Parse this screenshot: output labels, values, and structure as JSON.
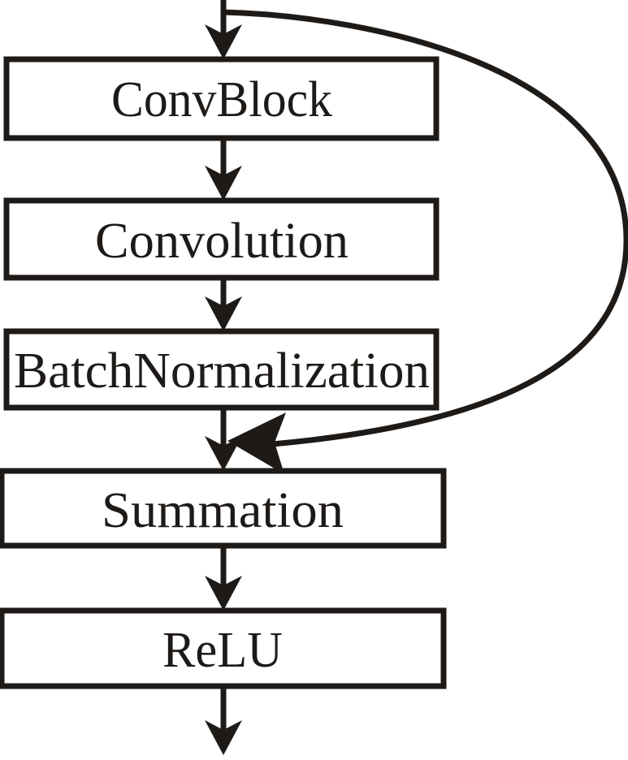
{
  "diagram": {
    "type": "flowchart",
    "description": "Residual block: sequential layers with a skip connection from the input joining at the summation node",
    "nodes": [
      {
        "id": "convblock",
        "label": "ConvBlock"
      },
      {
        "id": "convolution",
        "label": "Convolution"
      },
      {
        "id": "batchnormalization",
        "label": "BatchNormalization"
      },
      {
        "id": "summation",
        "label": "Summation"
      },
      {
        "id": "relu",
        "label": "ReLU"
      }
    ],
    "edges": [
      {
        "from": "input",
        "to": "convblock",
        "type": "arrow"
      },
      {
        "from": "convblock",
        "to": "convolution",
        "type": "arrow"
      },
      {
        "from": "convolution",
        "to": "batchnormalization",
        "type": "arrow"
      },
      {
        "from": "batchnormalization",
        "to": "summation",
        "type": "arrow"
      },
      {
        "from": "input",
        "to": "summation",
        "type": "skip-connection",
        "shape": "curved-right"
      },
      {
        "from": "summation",
        "to": "relu",
        "type": "arrow"
      },
      {
        "from": "relu",
        "to": "output",
        "type": "arrow"
      }
    ],
    "colors": {
      "ink": "#1e1a17",
      "background": "#ffffff"
    }
  }
}
